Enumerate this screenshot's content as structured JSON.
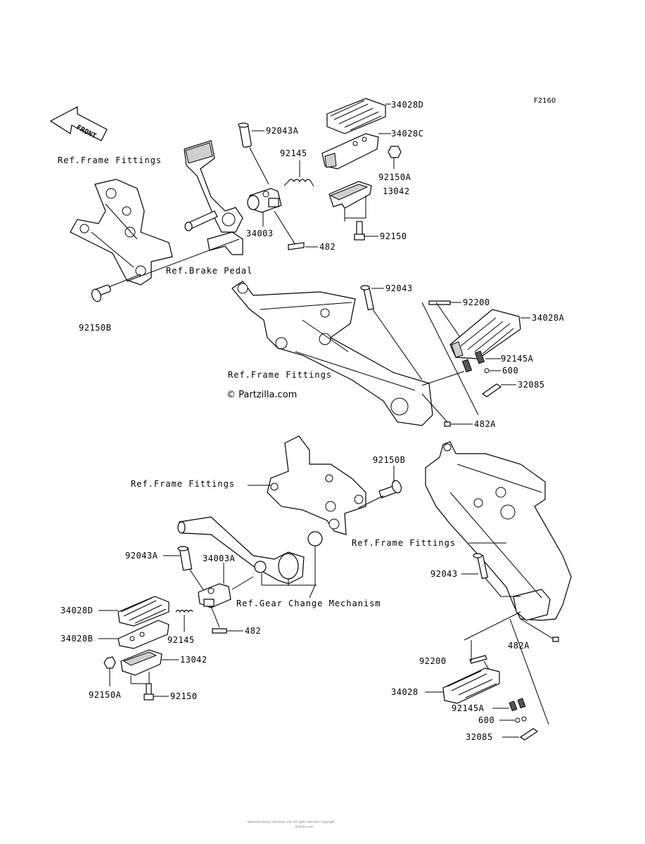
{
  "diagram_code": "F2160",
  "front_arrow_text": "FRONT",
  "watermark": "© Partzilla.com",
  "footer_lines": [
    "Kawasaki Heavy Industries, Ltd. All rights reserved. Copyright",
    "Partzilla.com"
  ],
  "parts": {
    "p34028D_top": "34028D",
    "p92043A_top": "92043A",
    "p34028C": "34028C",
    "p92145_top": "92145",
    "p92150A_top": "92150A",
    "p13042_top": "13042",
    "p34003": "34003",
    "p92150_top": "92150",
    "p482_top": "482",
    "p92150B_top": "92150B",
    "p92043_top": "92043",
    "p92200_top": "92200",
    "p34028A": "34028A",
    "p92145A_top": "92145A",
    "p600_top": "600",
    "p32085_top": "32085",
    "p482A_top": "482A",
    "p92150B_mid": "92150B",
    "p92043A_bot": "92043A",
    "p34003A": "34003A",
    "p92043_bot": "92043",
    "p34028D_bot": "34028D",
    "p34028B": "34028B",
    "p92145_bot": "92145",
    "p482_bot": "482",
    "p13042_bot": "13042",
    "p92150A_bot": "92150A",
    "p92150_bot": "92150",
    "p482A_bot": "482A",
    "p92200_bot": "92200",
    "p34028": "34028",
    "p92145A_bot": "92145A",
    "p600_bot": "600",
    "p32085_bot": "32085"
  },
  "refs": {
    "frame1": "Ref.Frame Fittings",
    "brake": "Ref.Brake Pedal",
    "frame2": "Ref.Frame Fittings",
    "frame3": "Ref.Frame Fittings",
    "frame4": "Ref.Frame Fittings",
    "gear": "Ref.Gear Change Mechanism"
  }
}
